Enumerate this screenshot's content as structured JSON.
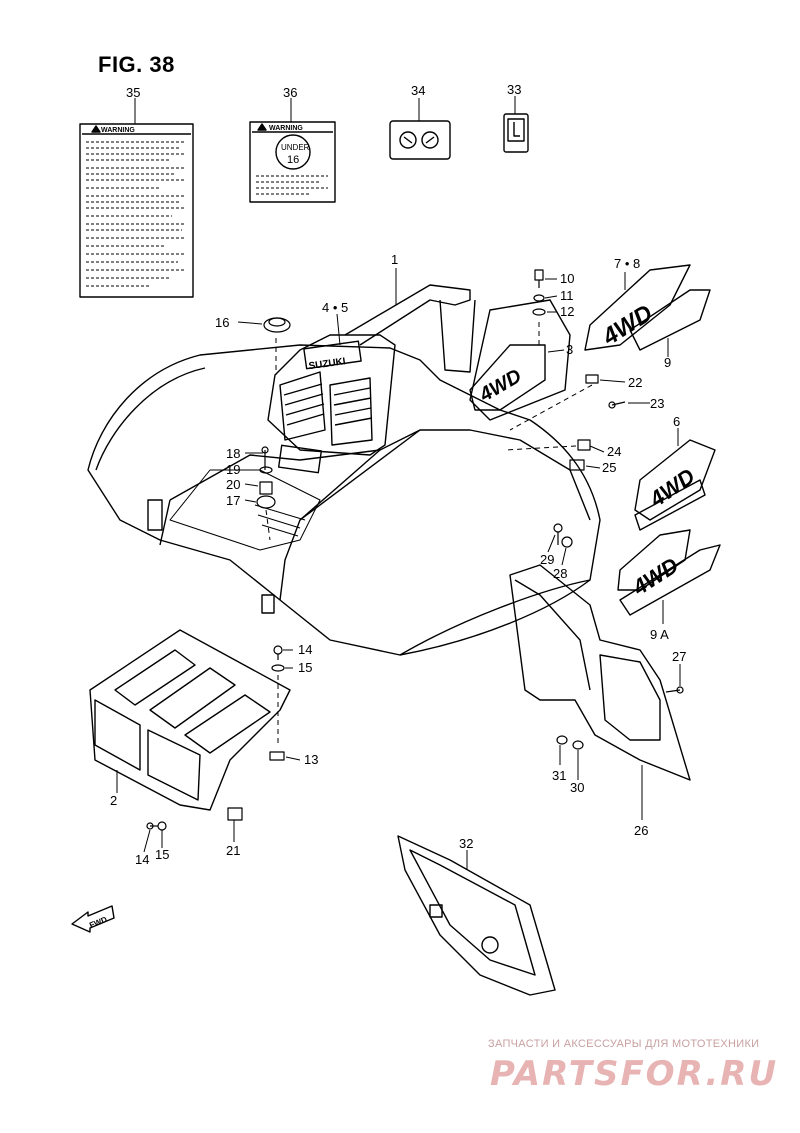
{
  "figure": {
    "title": "FIG. 38"
  },
  "labels": {
    "p35": "35",
    "p36": "36",
    "p34": "34",
    "p33": "33",
    "p1": "1",
    "p4_5": "4 • 5",
    "p16": "16",
    "p10": "10",
    "p11": "11",
    "p12": "12",
    "p3": "3",
    "p7_8": "7 • 8",
    "p9": "9",
    "p22": "22",
    "p23": "23",
    "p6": "6",
    "p24": "24",
    "p25": "25",
    "p18": "18",
    "p19": "19",
    "p20": "20",
    "p17": "17",
    "p29": "29",
    "p28": "28",
    "p9a": "9 A",
    "p27": "27",
    "p14a": "14",
    "p15a": "15",
    "p13": "13",
    "p2": "2",
    "p14b": "14",
    "p15b": "15",
    "p21": "21",
    "p31": "31",
    "p30": "30",
    "p26": "26",
    "p32": "32"
  },
  "warning_label": "WARNING",
  "under_label": "UNDER",
  "under_age": "16",
  "brand_label": "SUZUKI",
  "decal_4wd": "4WD",
  "fwd_label": "FWD",
  "watermark": {
    "subtitle": "ЗАПЧАСТИ И АКСЕССУАРЫ ДЛЯ МОТОТЕХНИКИ",
    "site": "PARTSFOR.RU"
  }
}
